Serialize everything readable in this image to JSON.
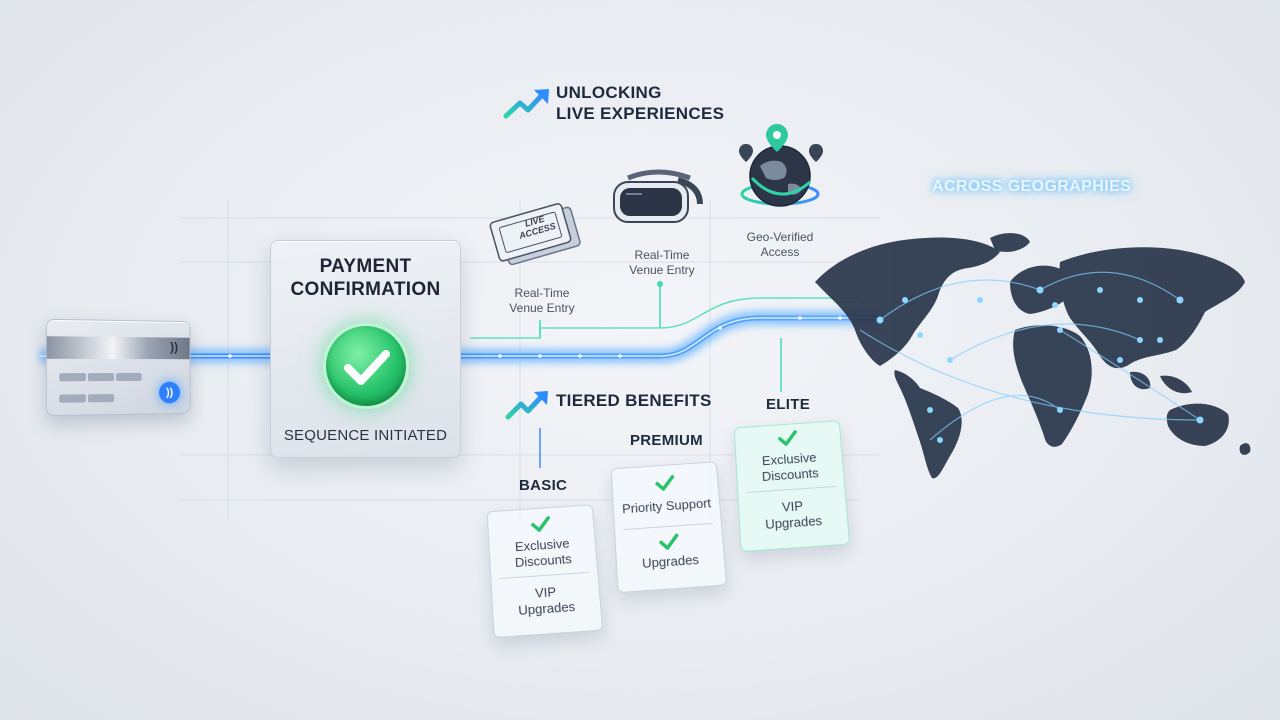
{
  "headline": {
    "line1": "UNLOCKING",
    "line2": "LIVE EXPERIENCES"
  },
  "payment": {
    "title_line1": "PAYMENT",
    "title_line2": "CONFIRMATION",
    "status": "SEQUENCE INITIATED"
  },
  "card": {
    "contactless_symbol": "))"
  },
  "features": [
    {
      "icon": "ticket-icon",
      "ticket_text": "LIVE ACCESS",
      "label_line1": "Real-Time",
      "label_line2": "Venue Entry"
    },
    {
      "icon": "vr-headset-icon",
      "label_line1": "Real-Time",
      "label_line2": "Venue Entry"
    },
    {
      "icon": "globe-pin-icon",
      "label_line1": "Geo-Verified",
      "label_line2": "Access"
    }
  ],
  "geographies": {
    "heading": "ACROSS GEOGRAPHIES"
  },
  "tiers": {
    "heading": "TIERED BENEFITS",
    "basic": {
      "name": "BASIC",
      "benefit1_line1": "Exclusive",
      "benefit1_line2": "Discounts",
      "benefit2_line1": "VIP",
      "benefit2_line2": "Upgrades"
    },
    "premium": {
      "name": "PREMIUM",
      "benefit1": "Priority Support",
      "benefit2": "Upgrades"
    },
    "elite": {
      "name": "ELITE",
      "benefit1_line1": "Exclusive",
      "benefit1_line2": "Discounts",
      "benefit2_line1": "VIP",
      "benefit2_line2": "Upgrades"
    }
  },
  "colors": {
    "accent_blue": "#3b8cff",
    "success_green": "#27c36a",
    "teal": "#2fd3a6",
    "map_dark": "#2e3a4f"
  }
}
